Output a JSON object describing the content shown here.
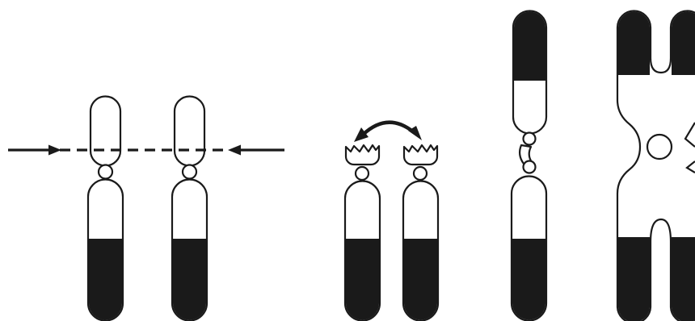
{
  "diagram": {
    "kind": "chromosome-translocation",
    "stages": [
      {
        "id": "stage-1",
        "elements": [
          "acrocentric-chromosome-left",
          "acrocentric-chromosome-right",
          "break-line",
          "break-arrow-left",
          "break-arrow-right"
        ]
      },
      {
        "id": "stage-2",
        "elements": [
          "short-arm-fragment-left",
          "short-arm-fragment-right",
          "exchange-arrow",
          "long-arm-left",
          "long-arm-right"
        ]
      },
      {
        "id": "stage-3",
        "elements": [
          "fused-dicentric-chromosome"
        ]
      },
      {
        "id": "stage-4",
        "elements": [
          "partial-x-shaped-chromosome"
        ]
      }
    ],
    "colors": {
      "ink": "#1a1a1a",
      "background": "#ffffff"
    }
  }
}
